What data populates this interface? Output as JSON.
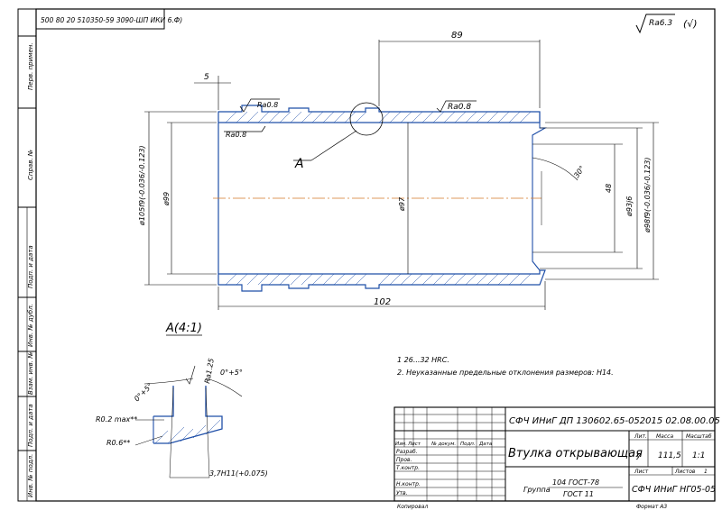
{
  "stamp_top": "500 80 20 510350-59 3090-ШП ИКИ 6.Ф)",
  "roughness_general": "Ra6.3",
  "roughness_general_suffix": "(√)",
  "side_labels": [
    "Перв. примен.",
    "Справ. №",
    "Подп. и дата",
    "Инв. № дубл.",
    "Взам. инв. №",
    "Подп. и дата",
    "Инв. № подл."
  ],
  "dims": {
    "d89": "89",
    "d5": "5",
    "ra_top_left": "Ra0.8",
    "ra_top_right": "Ra0.8",
    "ra_inner_left": "Ra0.8",
    "detail_callout": "A",
    "angle": "30°",
    "d48": "48",
    "dia_left_outer": "ø105f9(-0.036/-0.123)",
    "dia_left_inner": "ø99",
    "dia_mid": "ø97",
    "dia_right1": "ø93j6",
    "dia_right2": "ø98f9(-0.036/-0.123)",
    "d102": "102"
  },
  "detail": {
    "title": "А(4:1)",
    "ra_top": "Ra1.25",
    "angle_left": "0°+5°",
    "angle_right": "0°+5°",
    "ra_small": "R0.2 max**",
    "ra_06": "R0.6**",
    "width": "3,7H11(+0.075)"
  },
  "notes": [
    "1   26...32 HRC.",
    "2. Неуказанные предельные отклонения размеров:   H14."
  ],
  "title_block": {
    "doc_code": "СФЧ ИНиГ ДП 130602.65-052015 02.08.00.05",
    "part_name": "Втулка открывающая",
    "material_line1": "104   ГОСТ-78",
    "material_line2": "ГОСТ 11",
    "material_prefix": "Группа",
    "org": "СФЧ ИНиГ НГ05-05",
    "lit_label": "Лит.",
    "mass_label": "Масса",
    "scale_label": "Масштаб",
    "lit_value": "у",
    "mass_value": "111,5",
    "scale_value": "1:1",
    "sheet_label": "Лист",
    "sheets_label": "Листов",
    "sheets_value": "1",
    "rows": [
      "Изм.",
      "Лист",
      "№ докум.",
      "Подп.",
      "Дата"
    ],
    "roles": [
      "Разраб.",
      "Пров.",
      "Т.контр.",
      "",
      "Н.контр.",
      "Утв."
    ],
    "copied": "Копировал",
    "format": "Формат   А3"
  }
}
